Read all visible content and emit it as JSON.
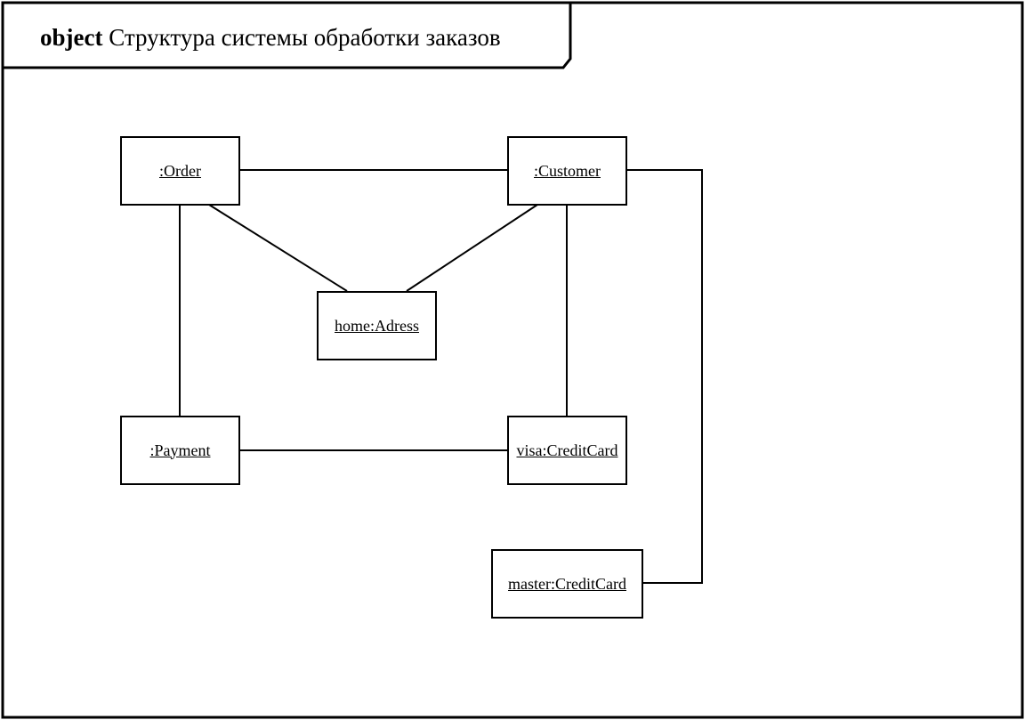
{
  "frame": {
    "keyword": "object",
    "name": "Структура системы обработки заказов"
  },
  "objects": {
    "order": ":Order",
    "customer": ":Customer",
    "home_address": "home:Adress",
    "payment": ":Payment",
    "visa_card": "visa:CreditCard",
    "master_card": "master:CreditCard"
  },
  "colors": {
    "line": "#000000",
    "background": "#ffffff"
  }
}
